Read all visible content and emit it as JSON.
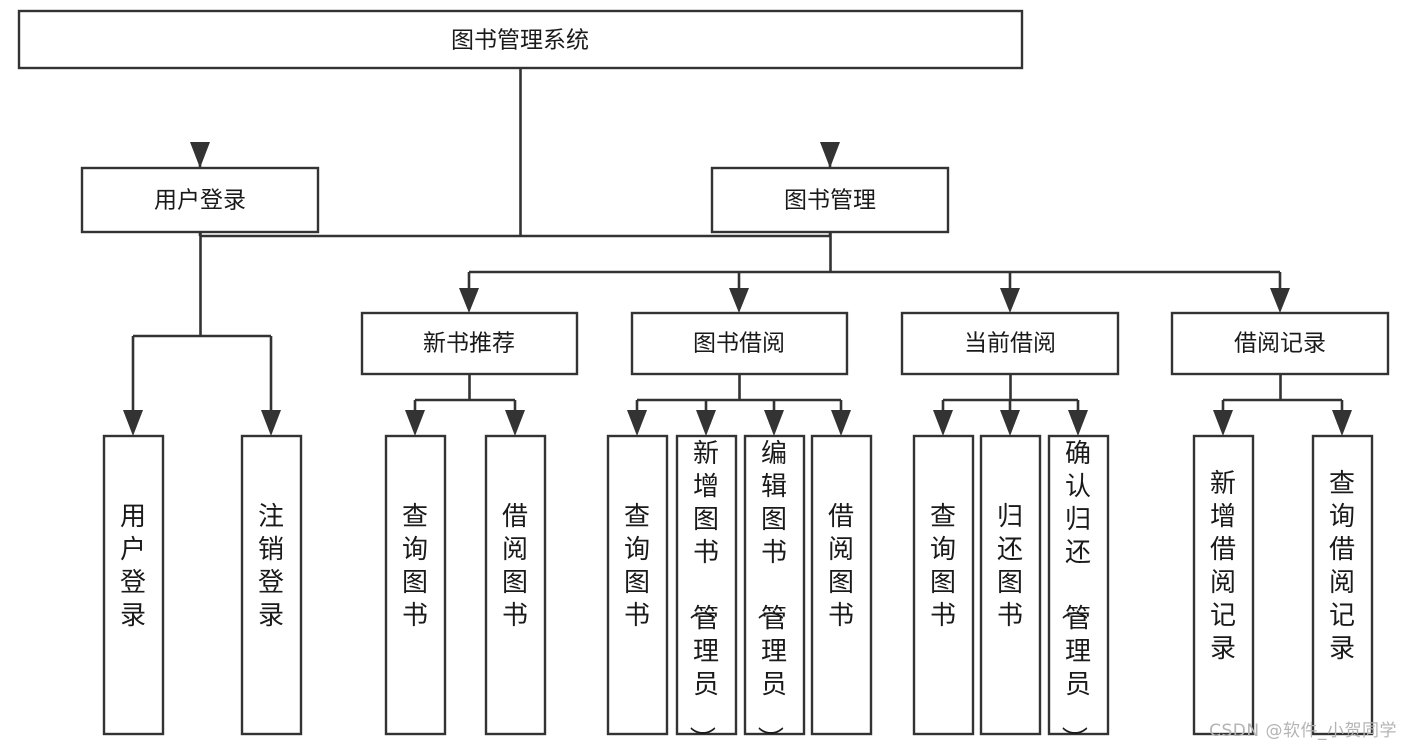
{
  "diagram": {
    "title": "图书管理系统",
    "root": {
      "id": "root",
      "label": "图书管理系统"
    },
    "level2": [
      {
        "id": "user-login",
        "label": "用户登录"
      },
      {
        "id": "book-manage",
        "label": "图书管理"
      }
    ],
    "level3": [
      {
        "id": "new-book-recommend",
        "label": "新书推荐"
      },
      {
        "id": "book-borrow",
        "label": "图书借阅"
      },
      {
        "id": "current-borrow",
        "label": "当前借阅"
      },
      {
        "id": "borrow-record",
        "label": "借阅记录"
      }
    ],
    "leaves": {
      "user_login": [
        {
          "id": "leaf-user-login",
          "label": "用户登录"
        },
        {
          "id": "leaf-logout-login",
          "label": "注销登录"
        }
      ],
      "new_book_recommend": [
        {
          "id": "leaf-query-book-1",
          "label": "查询图书"
        },
        {
          "id": "leaf-borrow-book-1",
          "label": "借阅图书"
        }
      ],
      "book_borrow": [
        {
          "id": "leaf-query-book-2",
          "label": "查询图书"
        },
        {
          "id": "leaf-add-book",
          "label": "新增图书（管理员）"
        },
        {
          "id": "leaf-edit-book",
          "label": "编辑图书（管理员）"
        },
        {
          "id": "leaf-borrow-book-2",
          "label": "借阅图书"
        }
      ],
      "current_borrow": [
        {
          "id": "leaf-query-book-3",
          "label": "查询图书"
        },
        {
          "id": "leaf-return-book",
          "label": "归还图书"
        },
        {
          "id": "leaf-confirm-return",
          "label": "确认归还（管理员）"
        }
      ],
      "borrow_record": [
        {
          "id": "leaf-add-record",
          "label": "新增借阅记录"
        },
        {
          "id": "leaf-query-record",
          "label": "查询借阅记录"
        }
      ]
    },
    "colors": {
      "box_stroke": "#333333",
      "box_fill": "#ffffff",
      "connector": "#333333",
      "text": "#1a1a1a",
      "background": "#ffffff",
      "watermark": "#b4b4b4"
    }
  },
  "watermark": {
    "text": "CSDN @软件_小贺同学"
  }
}
